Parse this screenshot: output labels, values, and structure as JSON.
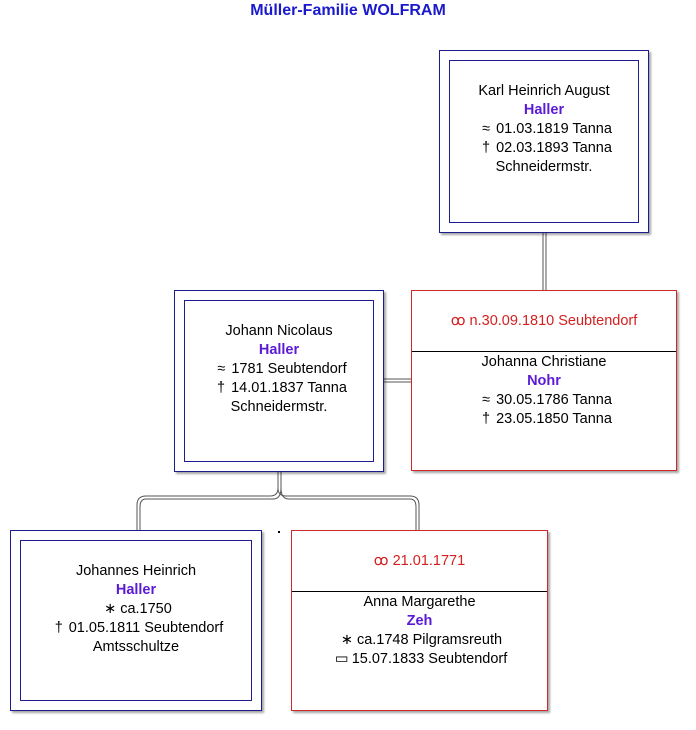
{
  "title": "Müller-Familie WOLFRAM",
  "persons": {
    "father_father": {
      "given": "Karl Heinrich August",
      "surname": "Haller",
      "birth_symbol": "≈",
      "birth": "01.03.1819 Tanna",
      "death_symbol": "†",
      "death": "02.03.1893 Tanna",
      "occupation": "Schneidermstr."
    },
    "father": {
      "given": "Johann Nicolaus",
      "surname": "Haller",
      "birth_symbol": "≈",
      "birth": "1781 Seubtendorf",
      "death_symbol": "†",
      "death": "14.01.1837 Tanna",
      "occupation": "Schneidermstr."
    },
    "child": {
      "given": "Johannes Heinrich",
      "surname": "Haller",
      "birth_symbol": "∗",
      "birth": "ca.1750",
      "death_symbol": "†",
      "death": "01.05.1811 Seubtendorf",
      "occupation": "Amtsschultze"
    }
  },
  "spouses": {
    "upper": {
      "marriage_symbol": "ꝏ",
      "marriage": "n.30.09.1810 Seubtendorf",
      "given": "Johanna Christiane",
      "surname": "Nohr",
      "birth_symbol": "≈",
      "birth": "30.05.1786 Tanna",
      "death_symbol": "†",
      "death": "23.05.1850 Tanna"
    },
    "lower": {
      "marriage_symbol": "ꝏ",
      "marriage": "21.01.1771",
      "given": "Anna Margarethe",
      "surname": "Zeh",
      "birth_symbol": "∗",
      "birth": "ca.1748 Pilgramsreuth",
      "death_symbol": "▭",
      "death": "15.07.1833 Seubtendorf"
    }
  },
  "colors": {
    "title": "#1a1acc",
    "person_border": "#1c1c8c",
    "spouse_border": "#cc2a2a",
    "marriage_text": "#d42020",
    "surname": "#5a1ad6"
  }
}
